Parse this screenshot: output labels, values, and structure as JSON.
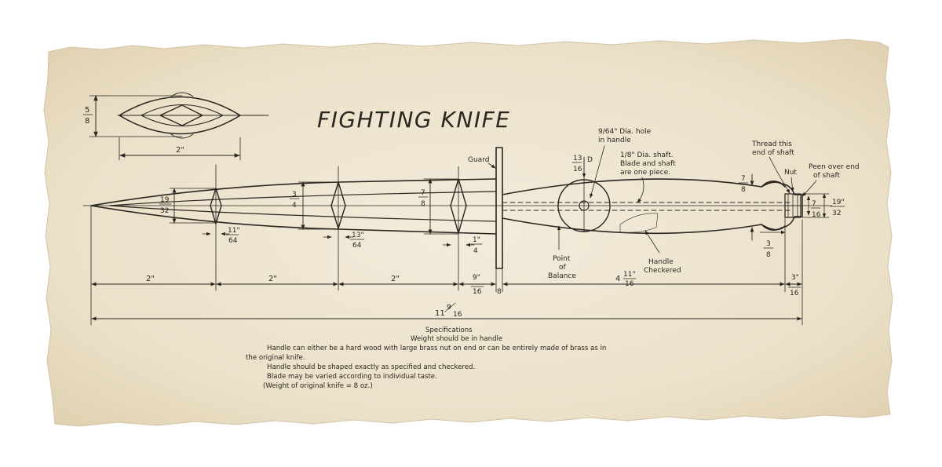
{
  "title": "FIGHTING KNIFE",
  "colors": {
    "paper": "#efe6d3",
    "ink": "#2a2620",
    "background": "#ffffff"
  },
  "cross_section": {
    "height_num": "5",
    "height_den": "8",
    "width": "2\""
  },
  "callouts": {
    "guard": "Guard",
    "hole_line1": "9/64\" Dia. hole",
    "hole_line2": "in handle",
    "shaft_line1": "1/8\" Dia. shaft.",
    "shaft_line2": "Blade and shaft",
    "shaft_line3": "are one piece.",
    "thread_line1": "Thread this",
    "thread_line2": "end of shaft",
    "nut": "Nut",
    "peen_line1": "Peen over end",
    "peen_line2": "of shaft",
    "pob_line1": "Point",
    "pob_line2": "of",
    "pob_line3": "Balance",
    "checkered_line1": "Handle",
    "checkered_line2": "Checkered",
    "D": "D"
  },
  "blade_dims": {
    "tip_num": "19",
    "tip_den": "32",
    "mid_num": "3",
    "mid_den": "4",
    "base_num": "7",
    "base_den": "8",
    "t1_num": "11\"",
    "t1_den": "64",
    "t2_num": "13\"",
    "t2_den": "64",
    "t3_num": "1\"",
    "t3_den": "4",
    "guard_num": "13",
    "guard_den": "16",
    "handle_num": "7",
    "handle_den": "8",
    "nut_num": "19\"",
    "nut_den": "32",
    "nut2_num": "7",
    "nut2_den": "16",
    "nutw_num": "3",
    "nutw_den": "8"
  },
  "lengths": {
    "seg1": "2\"",
    "seg2": "2\"",
    "seg3": "2\"",
    "guard_len_num": "9\"",
    "guard_len_den": "16",
    "guard_thk": "8",
    "handle_len": "4",
    "handle_len_frac_num": "11\"",
    "handle_len_frac_den": "16",
    "pommel_num": "3\"",
    "pommel_den": "16",
    "overall": "11",
    "overall_num": "9",
    "overall_den": "16"
  },
  "specifications": {
    "heading": "Specifications",
    "line1": "Weight should be in handle",
    "line2": "Handle can either be a hard wood with large brass nut on end or can be entirely made of brass as in",
    "line3": "the original knife.",
    "line4": "Handle should be shaped exactly as specified and checkered.",
    "line5": "Blade may be varied according to individual taste.",
    "line6": "(Weight of original knife = 8 oz.)"
  }
}
